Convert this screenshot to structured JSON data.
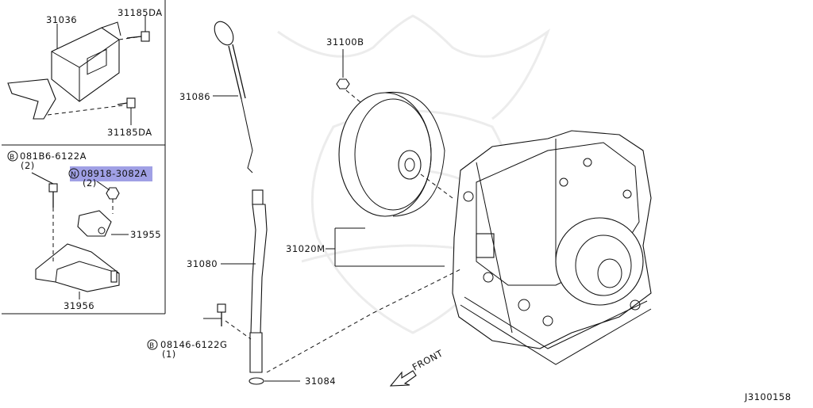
{
  "diagram_id": "J3100158",
  "parts": {
    "p31036": "31036",
    "p31185DA_top": "31185DA",
    "p31185DA_bottom": "31185DA",
    "p081B6": "081B6-6122A",
    "p081B6_qty": "(2)",
    "p081B6_prefix": "B",
    "p08918": "08918-3082A",
    "p08918_qty": "(2)",
    "p08918_prefix": "N",
    "p31955": "31955",
    "p31956": "31956",
    "p31100B": "31100B",
    "p31086": "31086",
    "p31020M": "31020M",
    "p31080": "31080",
    "p08146": "08146-6122G",
    "p08146_qty": "(1)",
    "p08146_prefix": "B",
    "p31084": "31084"
  },
  "front_label": "FRONT",
  "highlight_color": "#8f8fe0"
}
